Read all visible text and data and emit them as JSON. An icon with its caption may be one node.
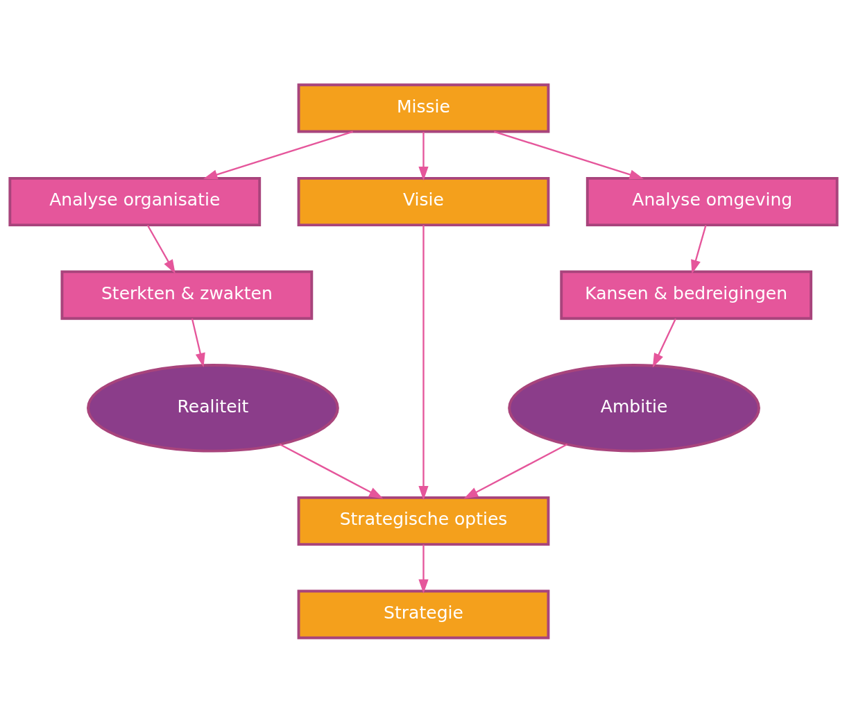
{
  "diagram": {
    "nodes": [
      {
        "text": [
          "Missie"
        ]
      },
      {
        "text": [
          "Analyse organisatie"
        ]
      },
      {
        "text": [
          "Visie"
        ]
      },
      {
        "text": [
          "Analyse omgeving"
        ]
      },
      {
        "text": [
          "Sterkten & zwakten"
        ]
      },
      {
        "text": [
          "Kansen & bedreigingen"
        ]
      },
      {
        "text": [
          "Realiteit"
        ]
      },
      {
        "text": [
          "Ambitie"
        ]
      },
      {
        "text": [
          "Strategische opties"
        ]
      },
      {
        "text": [
          "Strategie"
        ]
      }
    ],
    "edges": [
      {
        "from": 0,
        "to": 1,
        "arrow": "to"
      },
      {
        "from": 0,
        "to": 2,
        "arrow": "to"
      },
      {
        "from": 0,
        "to": 3,
        "arrow": "to"
      },
      {
        "from": 1,
        "to": 4,
        "arrow": "to"
      },
      {
        "from": 3,
        "to": 5,
        "arrow": "to"
      },
      {
        "from": 4,
        "to": 6,
        "arrow": "to"
      },
      {
        "from": 5,
        "to": 7,
        "arrow": "to"
      },
      {
        "from": 6,
        "to": 8,
        "arrow": "to"
      },
      {
        "from": 2,
        "to": 8,
        "arrow": "to"
      },
      {
        "from": 7,
        "to": 8,
        "arrow": "to"
      },
      {
        "from": 8,
        "to": 9,
        "arrow": "to"
      }
    ]
  }
}
